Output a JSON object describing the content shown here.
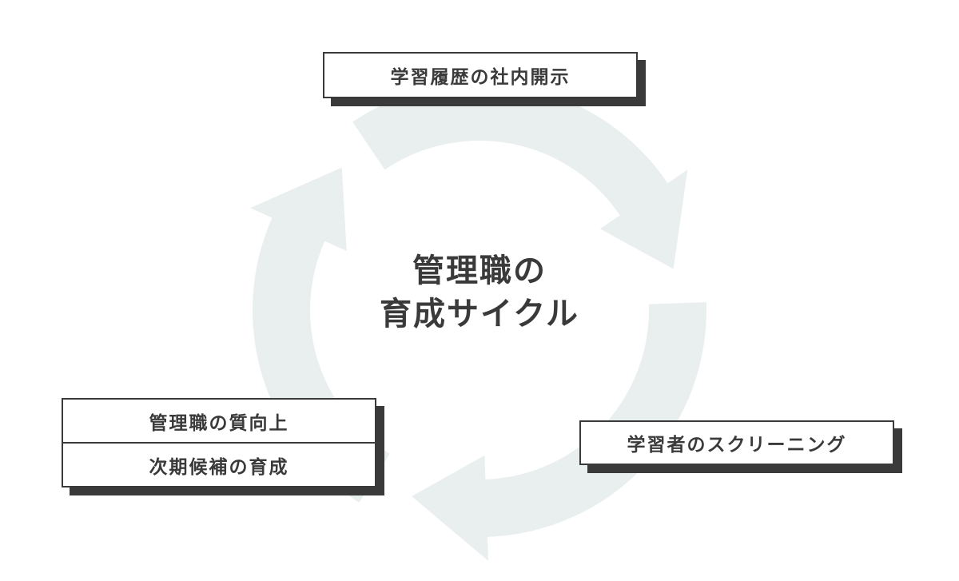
{
  "diagram": {
    "center_title_line1": "管理職の",
    "center_title_line2": "育成サイクル",
    "step_top": "学習履歴の社内開示",
    "step_right": "学習者のスクリーニング",
    "step_left_line1": "管理職の質向上",
    "step_left_line2": "次期候補の育成"
  },
  "colors": {
    "ring": "#e8efee",
    "text": "#3a3a3a",
    "box_border": "#3a3a3a",
    "box_shadow": "#3a3a3a",
    "background": "#ffffff"
  }
}
